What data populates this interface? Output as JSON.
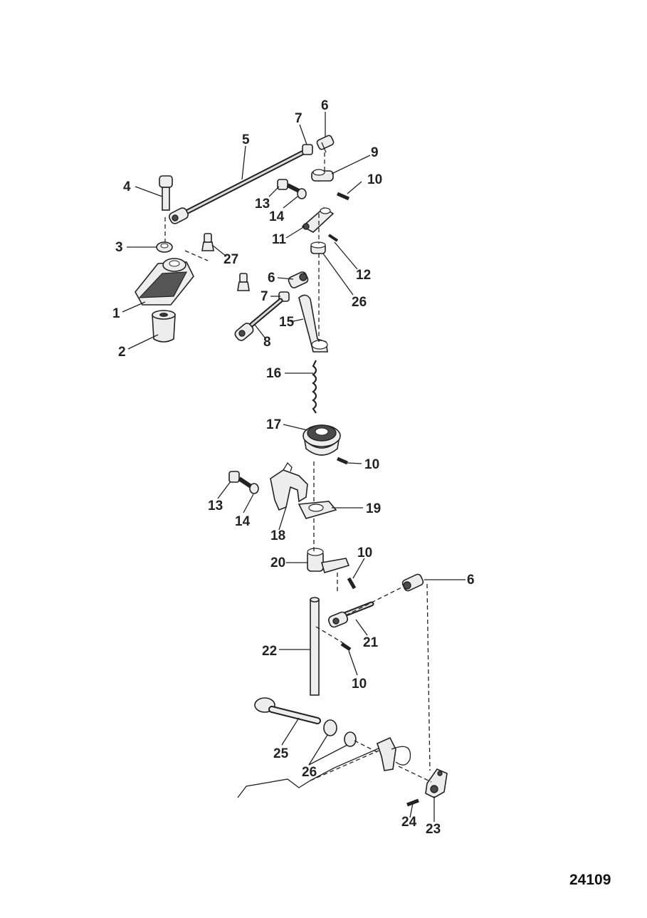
{
  "figure_number": "24109",
  "callouts": [
    {
      "id": "c7a",
      "label": "7"
    },
    {
      "id": "c6a",
      "label": "6"
    },
    {
      "id": "c5",
      "label": "5"
    },
    {
      "id": "c9",
      "label": "9"
    },
    {
      "id": "c10a",
      "label": "10"
    },
    {
      "id": "c4",
      "label": "4"
    },
    {
      "id": "c13a",
      "label": "13"
    },
    {
      "id": "c14a",
      "label": "14"
    },
    {
      "id": "c11",
      "label": "11"
    },
    {
      "id": "c3",
      "label": "3"
    },
    {
      "id": "c27",
      "label": "27"
    },
    {
      "id": "c12",
      "label": "12"
    },
    {
      "id": "c26a",
      "label": "26"
    },
    {
      "id": "c6b",
      "label": "6"
    },
    {
      "id": "c7b",
      "label": "7"
    },
    {
      "id": "c1",
      "label": "1"
    },
    {
      "id": "c15",
      "label": "15"
    },
    {
      "id": "c8",
      "label": "8"
    },
    {
      "id": "c2",
      "label": "2"
    },
    {
      "id": "c16",
      "label": "16"
    },
    {
      "id": "c17",
      "label": "17"
    },
    {
      "id": "c10b",
      "label": "10"
    },
    {
      "id": "c13b",
      "label": "13"
    },
    {
      "id": "c14b",
      "label": "14"
    },
    {
      "id": "c19",
      "label": "19"
    },
    {
      "id": "c18",
      "label": "18"
    },
    {
      "id": "c10c",
      "label": "10"
    },
    {
      "id": "c20",
      "label": "20"
    },
    {
      "id": "c6c",
      "label": "6"
    },
    {
      "id": "c21",
      "label": "21"
    },
    {
      "id": "c22",
      "label": "22"
    },
    {
      "id": "c10d",
      "label": "10"
    },
    {
      "id": "c25",
      "label": "25"
    },
    {
      "id": "c26b",
      "label": "26"
    },
    {
      "id": "c24",
      "label": "24"
    },
    {
      "id": "c23",
      "label": "23"
    }
  ]
}
